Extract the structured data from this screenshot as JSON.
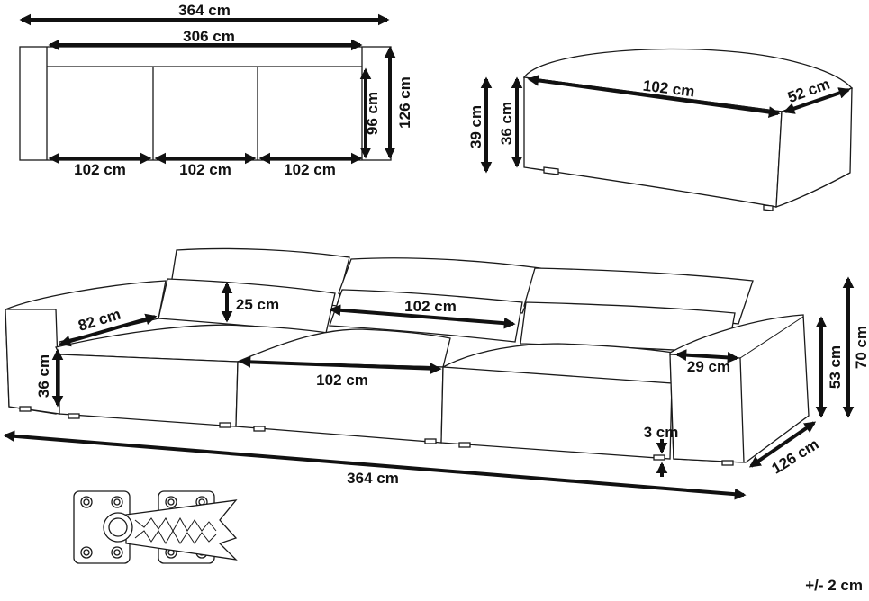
{
  "top_view": {
    "overall_width": "364 cm",
    "seat_width": "306 cm",
    "module_width_1": "102 cm",
    "module_width_2": "102 cm",
    "module_width_3": "102 cm",
    "seat_depth": "96 cm",
    "overall_depth": "126 cm"
  },
  "ottoman": {
    "width": "102 cm",
    "depth": "52 cm",
    "height": "39 cm",
    "seat_height": "36 cm"
  },
  "sofa": {
    "arm_depth": "82 cm",
    "cushion_height": "25 cm",
    "back_width": "102 cm",
    "seat_height": "36 cm",
    "seat_width": "102 cm",
    "arm_width": "29 cm",
    "leg_height": "3 cm",
    "arm_height": "53 cm",
    "overall_height": "70 cm",
    "overall_depth": "126 cm",
    "overall_width": "364 cm"
  },
  "tolerance": "+/- 2 cm"
}
